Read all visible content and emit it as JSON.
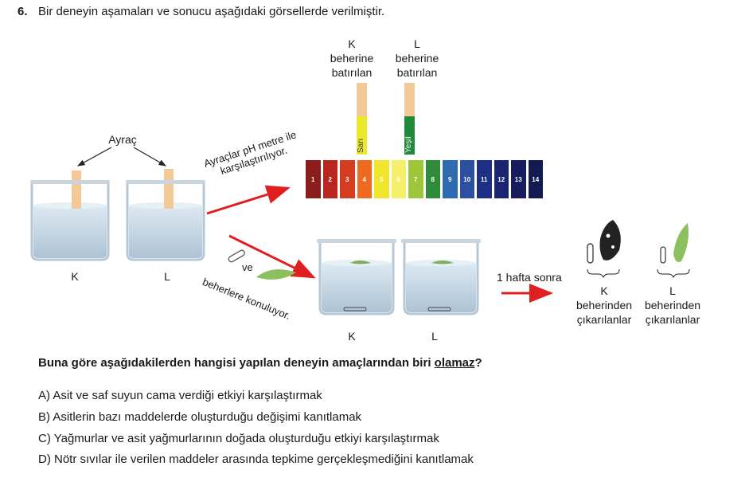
{
  "question": {
    "number": "6.",
    "intro": "Bir deneyin aşamaları ve sonucu aşağıdaki görsellerde verilmiştir.",
    "prompt_before": "Buna göre aşağıdakilerden hangisi yapılan deneyin amaçlarından biri ",
    "prompt_emph": "olamaz",
    "prompt_after": "?"
  },
  "figure": {
    "reagent_label": "Ayraç",
    "beaker_k": "K",
    "beaker_l": "L",
    "arrow_top_text": "Ayraçlar pH metre ile karşılaştırılıyor.",
    "arrow_bottom_text_1": "ve",
    "arrow_bottom_text_2": "beherlere konuluyor.",
    "strip_k_title": [
      "K",
      "beherine",
      "batırılan"
    ],
    "strip_l_title": [
      "L",
      "beherine",
      "batırılan"
    ],
    "strip_k_color_name": "Sarı",
    "strip_l_color_name": "Yeşil",
    "ph_scale": [
      "1",
      "2",
      "3",
      "4",
      "5",
      "6",
      "7",
      "8",
      "9",
      "10",
      "11",
      "12",
      "13",
      "14"
    ],
    "ph_colors": [
      "#8b1d1d",
      "#b8261f",
      "#d63c1f",
      "#ef6a1e",
      "#f0e62c",
      "#f5f06a",
      "#9fc63b",
      "#2e8c3b",
      "#2f6bb1",
      "#2c4fa0",
      "#1f2f86",
      "#1b2470",
      "#171c5e",
      "#121a4f"
    ],
    "week_label": "1 hafta sonra",
    "result_k": [
      "K",
      "beherinden",
      "çıkarılanlar"
    ],
    "result_l": [
      "L",
      "beherinden",
      "çıkarılanlar"
    ]
  },
  "options": [
    "A) Asit ve saf suyun cama verdiği etkiyi karşılaştırmak",
    "B) Asitlerin bazı maddelerde oluşturduğu değişimi kanıtlamak",
    "C) Yağmurlar ve asit yağmurlarının doğada oluşturduğu etkiyi karşılaştırmak",
    "D) Nötr sıvılar ile verilen maddeler arasında tepkime gerçekleşmediğini kanıtlamak"
  ]
}
